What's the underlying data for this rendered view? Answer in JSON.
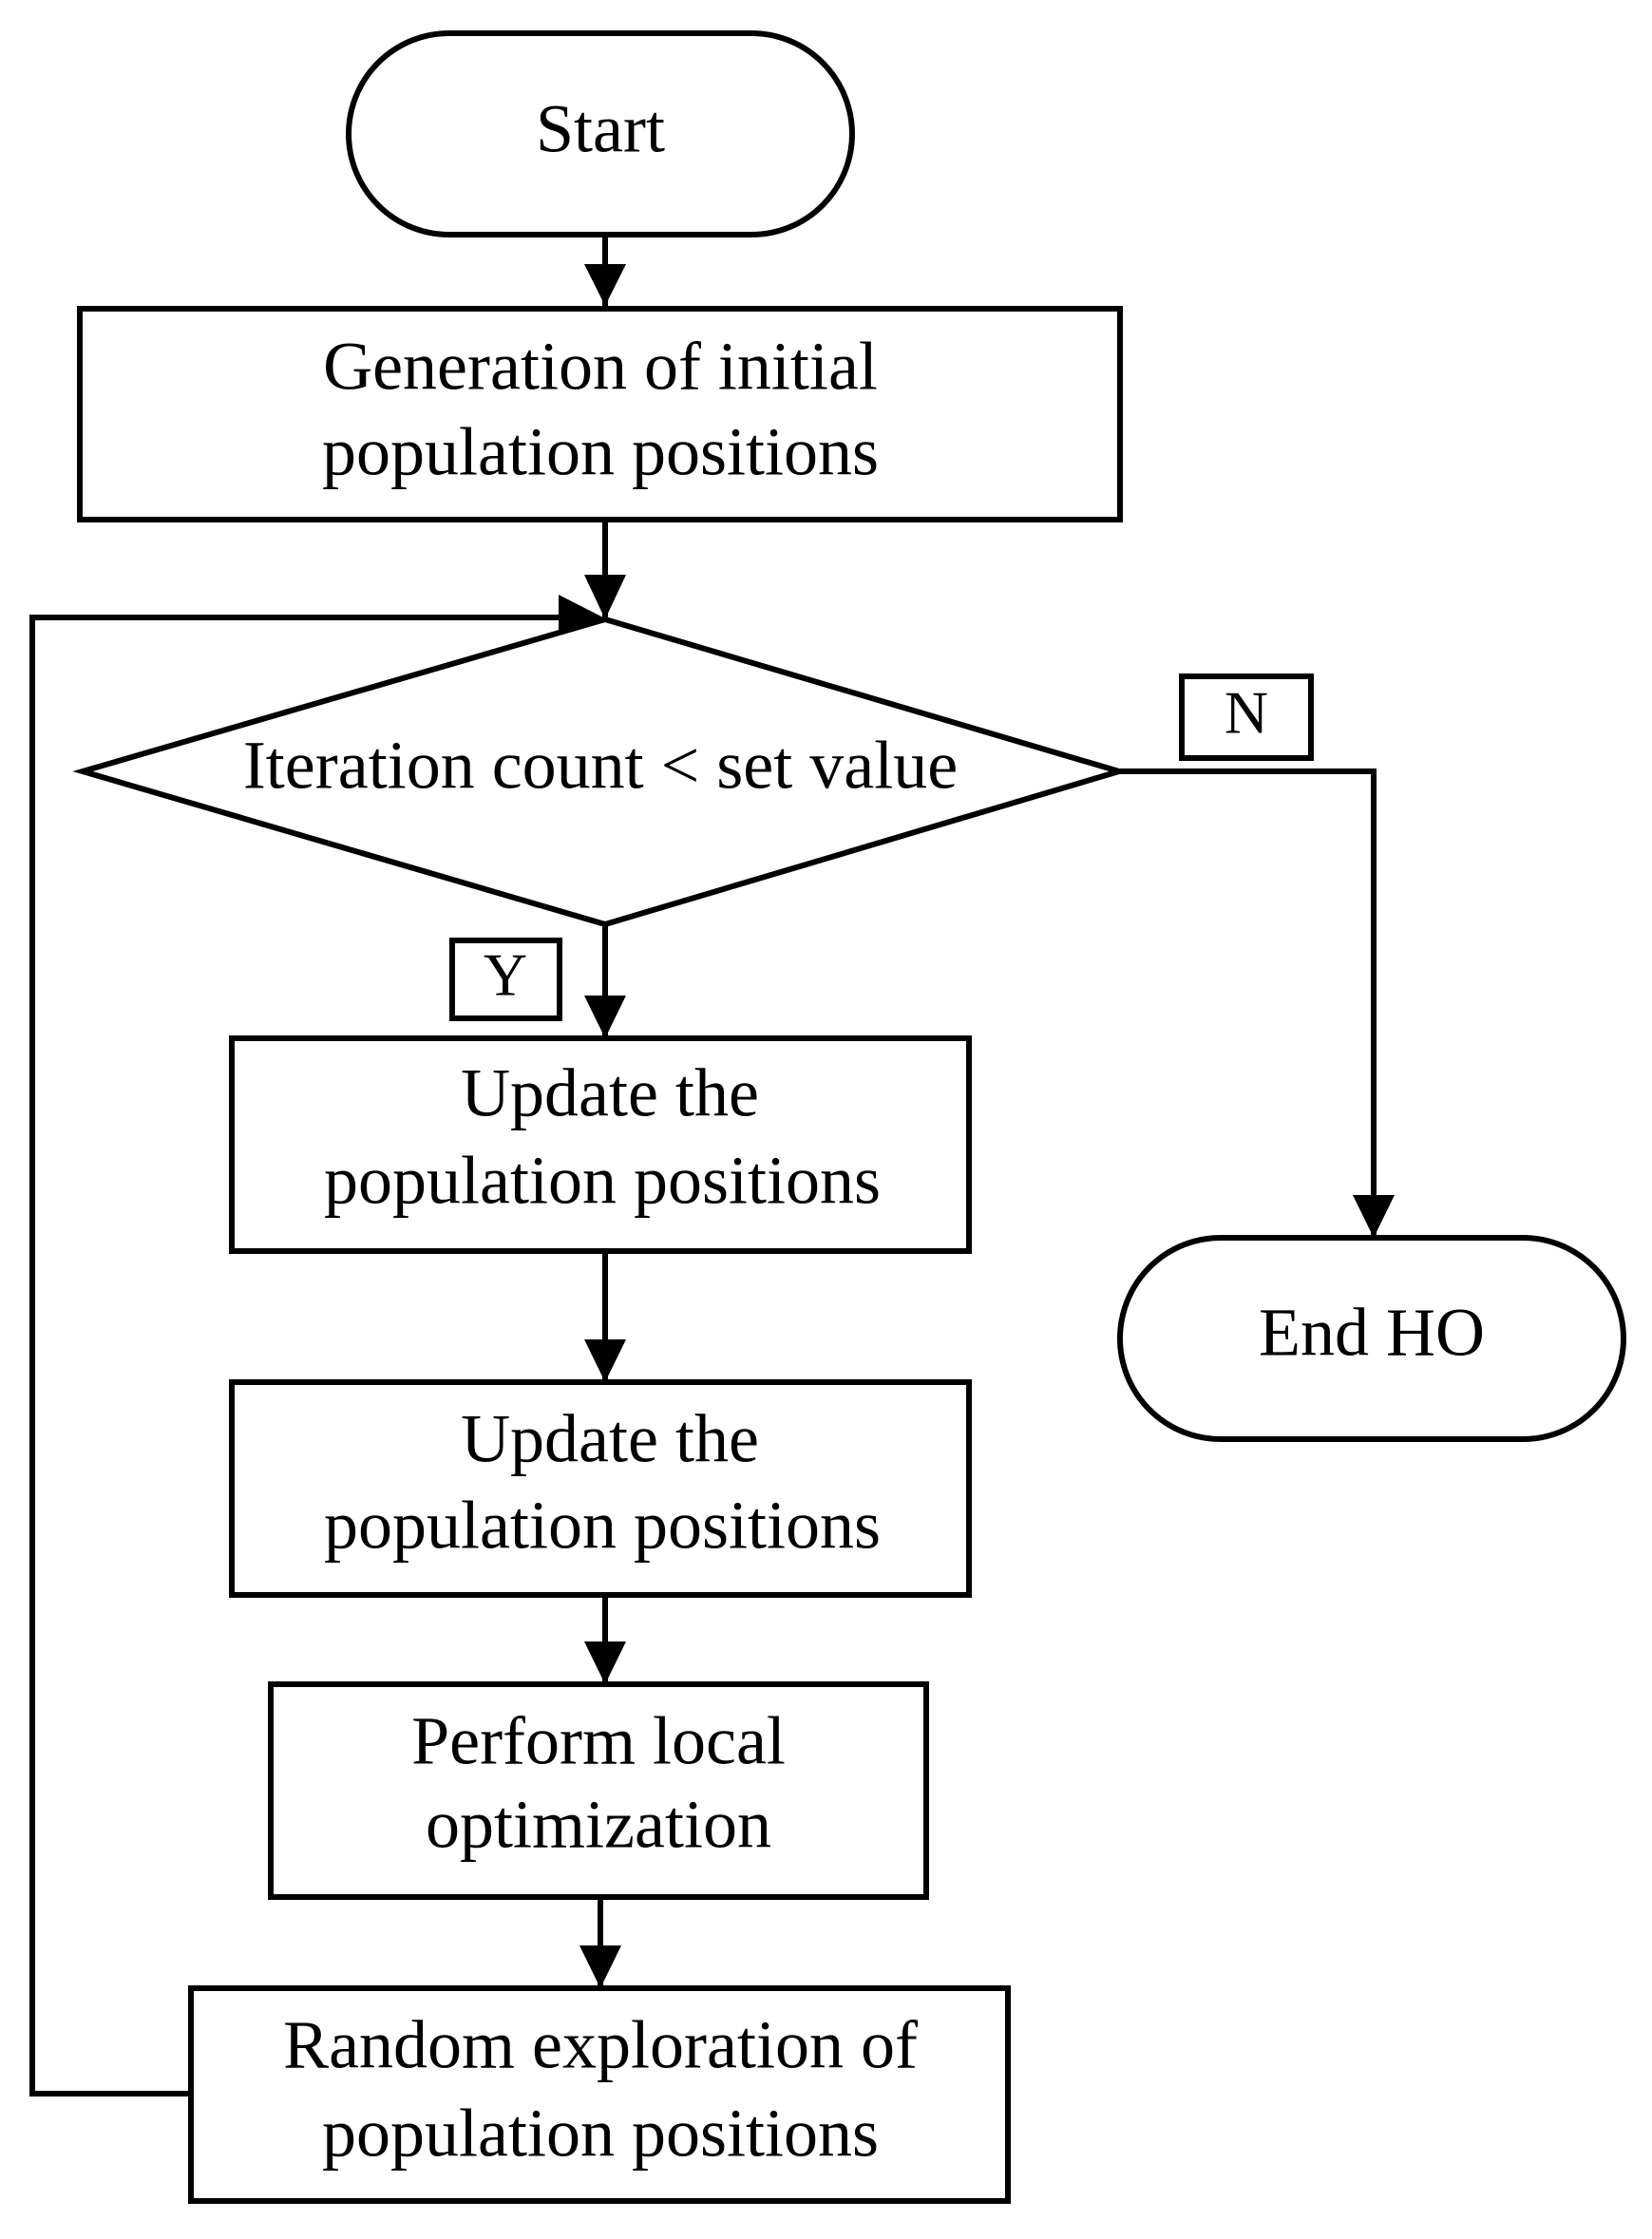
{
  "nodes": {
    "start": {
      "text": "Start"
    },
    "init": {
      "lines": [
        "Generation of initial",
        "population positions"
      ]
    },
    "decision": {
      "text": "Iteration count < set value"
    },
    "no_label": "N",
    "yes_label": "Y",
    "update1": {
      "lines": [
        "Update the",
        "population positions"
      ]
    },
    "update2": {
      "lines": [
        "Update the",
        "population positions"
      ]
    },
    "local": {
      "lines": [
        "Perform local",
        "optimization"
      ]
    },
    "random": {
      "lines": [
        "Random exploration of",
        "population positions"
      ]
    },
    "end": {
      "text": "End HO"
    }
  }
}
